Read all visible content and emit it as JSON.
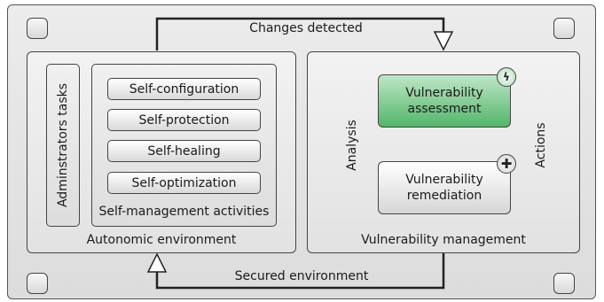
{
  "top_flow_label": "Changes detected",
  "bottom_flow_label": "Secured environment",
  "autonomic": {
    "title": "Autonomic environment",
    "admin_label": "Adminstrators tasks",
    "activities_title": "Self-management activities",
    "activities": [
      "Self-configuration",
      "Self-protection",
      "Self-healing",
      "Self-optimization"
    ]
  },
  "vulnerability": {
    "title": "Vulnerability management",
    "assessment": [
      "Vulnerability",
      "assessment"
    ],
    "remediation": [
      "Vulnerability",
      "remediation"
    ],
    "analysis_label": "Analysis",
    "actions_label": "Actions",
    "assessment_icon": "lightning-icon",
    "remediation_icon": "plus-icon",
    "accent_color": "#52b66a"
  }
}
